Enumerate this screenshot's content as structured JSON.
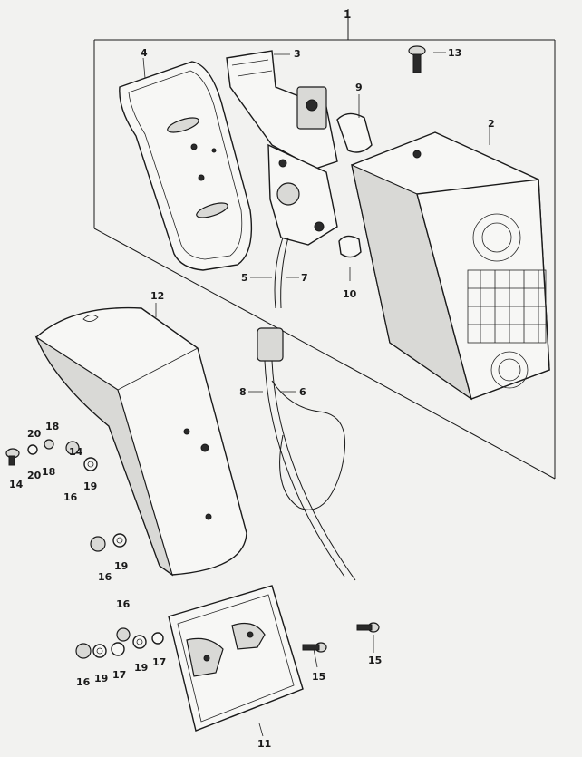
{
  "diagram": {
    "callouts": [
      {
        "id": "c1",
        "text": "1"
      },
      {
        "id": "c2",
        "text": "2"
      },
      {
        "id": "c3",
        "text": "3"
      },
      {
        "id": "c4",
        "text": "4"
      },
      {
        "id": "c5",
        "text": "5"
      },
      {
        "id": "c7",
        "text": "7"
      },
      {
        "id": "c9",
        "text": "9"
      },
      {
        "id": "c10",
        "text": "10"
      },
      {
        "id": "c13",
        "text": "13"
      },
      {
        "id": "c12",
        "text": "12"
      },
      {
        "id": "c8",
        "text": "8"
      },
      {
        "id": "c6",
        "text": "6"
      },
      {
        "id": "c20a",
        "text": "20"
      },
      {
        "id": "c18a",
        "text": "18"
      },
      {
        "id": "c14a",
        "text": "14"
      },
      {
        "id": "c14b",
        "text": "14"
      },
      {
        "id": "c20b",
        "text": "20"
      },
      {
        "id": "c18b",
        "text": "18"
      },
      {
        "id": "c16a",
        "text": "16"
      },
      {
        "id": "c19a",
        "text": "19"
      },
      {
        "id": "c16b",
        "text": "16"
      },
      {
        "id": "c19b",
        "text": "19"
      },
      {
        "id": "c16c",
        "text": "16"
      },
      {
        "id": "c16d",
        "text": "16"
      },
      {
        "id": "c19c",
        "text": "19"
      },
      {
        "id": "c17a",
        "text": "17"
      },
      {
        "id": "c19d",
        "text": "19"
      },
      {
        "id": "c17b",
        "text": "17"
      },
      {
        "id": "c15a",
        "text": "15"
      },
      {
        "id": "c15b",
        "text": "15"
      },
      {
        "id": "c11",
        "text": "11"
      }
    ]
  }
}
